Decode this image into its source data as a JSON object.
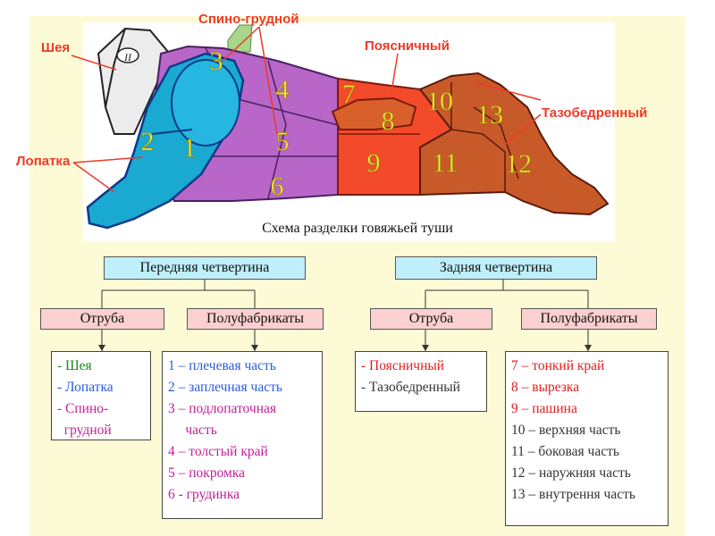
{
  "callouts": {
    "neck": "Шея",
    "shoulder": "Лопатка",
    "back_chest": "Спино-грудной",
    "loin": "Поясничный",
    "hip": "Тазобедренный"
  },
  "cut_numbers": [
    "1",
    "2",
    "3",
    "4",
    "5",
    "6",
    "7",
    "8",
    "9",
    "10",
    "11",
    "12",
    "13"
  ],
  "neck_label": "II",
  "caption": "Схема разделки говяжьей туши",
  "front": {
    "title": "Передняя   четвертина",
    "cuts_label": "Отруба",
    "semi_label": "Полуфабрикаты",
    "cuts": [
      {
        "text": "- Шея",
        "color": "#1a8a1a"
      },
      {
        "text": "- Лопатка",
        "color": "#2a5bd7"
      },
      {
        "text": "- Спино-",
        "color": "#c0209a"
      },
      {
        "text": "  грудной",
        "color": "#c0209a"
      }
    ],
    "semi": [
      {
        "text": "1 – плечевая часть",
        "color": "#2a5bd7"
      },
      {
        "text": "2 – заплечная часть",
        "color": "#2a5bd7"
      },
      {
        "text": "3 – подлопаточная",
        "color": "#c0209a"
      },
      {
        "text": "     часть",
        "color": "#c0209a"
      },
      {
        "text": "4 – толстый край",
        "color": "#c0209a"
      },
      {
        "text": "5 – покромка",
        "color": "#c0209a"
      },
      {
        "text": "6 - грудинка",
        "color": "#c0209a"
      }
    ]
  },
  "rear": {
    "title": "Задняя   четвертина",
    "cuts_label": "Отруба",
    "semi_label": "Полуфабрикаты",
    "cuts": [
      {
        "text": "- Поясничный",
        "color": "#e02020"
      },
      {
        "text": "- Тазобедренный",
        "color": "#333333"
      }
    ],
    "semi": [
      {
        "text": "7 – тонкий край",
        "color": "#e02020"
      },
      {
        "text": "8 – вырезка",
        "color": "#e02020"
      },
      {
        "text": "9 – пашина",
        "color": "#e02020"
      },
      {
        "text": "10 – верхняя часть",
        "color": "#333333"
      },
      {
        "text": "11 – боковая часть",
        "color": "#333333"
      },
      {
        "text": "12 – наружняя часть",
        "color": "#333333"
      },
      {
        "text": "13 – внутрення часть",
        "color": "#333333"
      }
    ]
  },
  "colors": {
    "callout": "#ee3a2a",
    "shoulder": "#1fa6c8",
    "back": "#b05ac0",
    "loin": "#f0482a",
    "hip": "#c65a28",
    "neck": "#e8e8e8",
    "box_blue": "#bfeffa",
    "box_pink": "#fbd0d0",
    "panel": "#fdfbd6"
  }
}
